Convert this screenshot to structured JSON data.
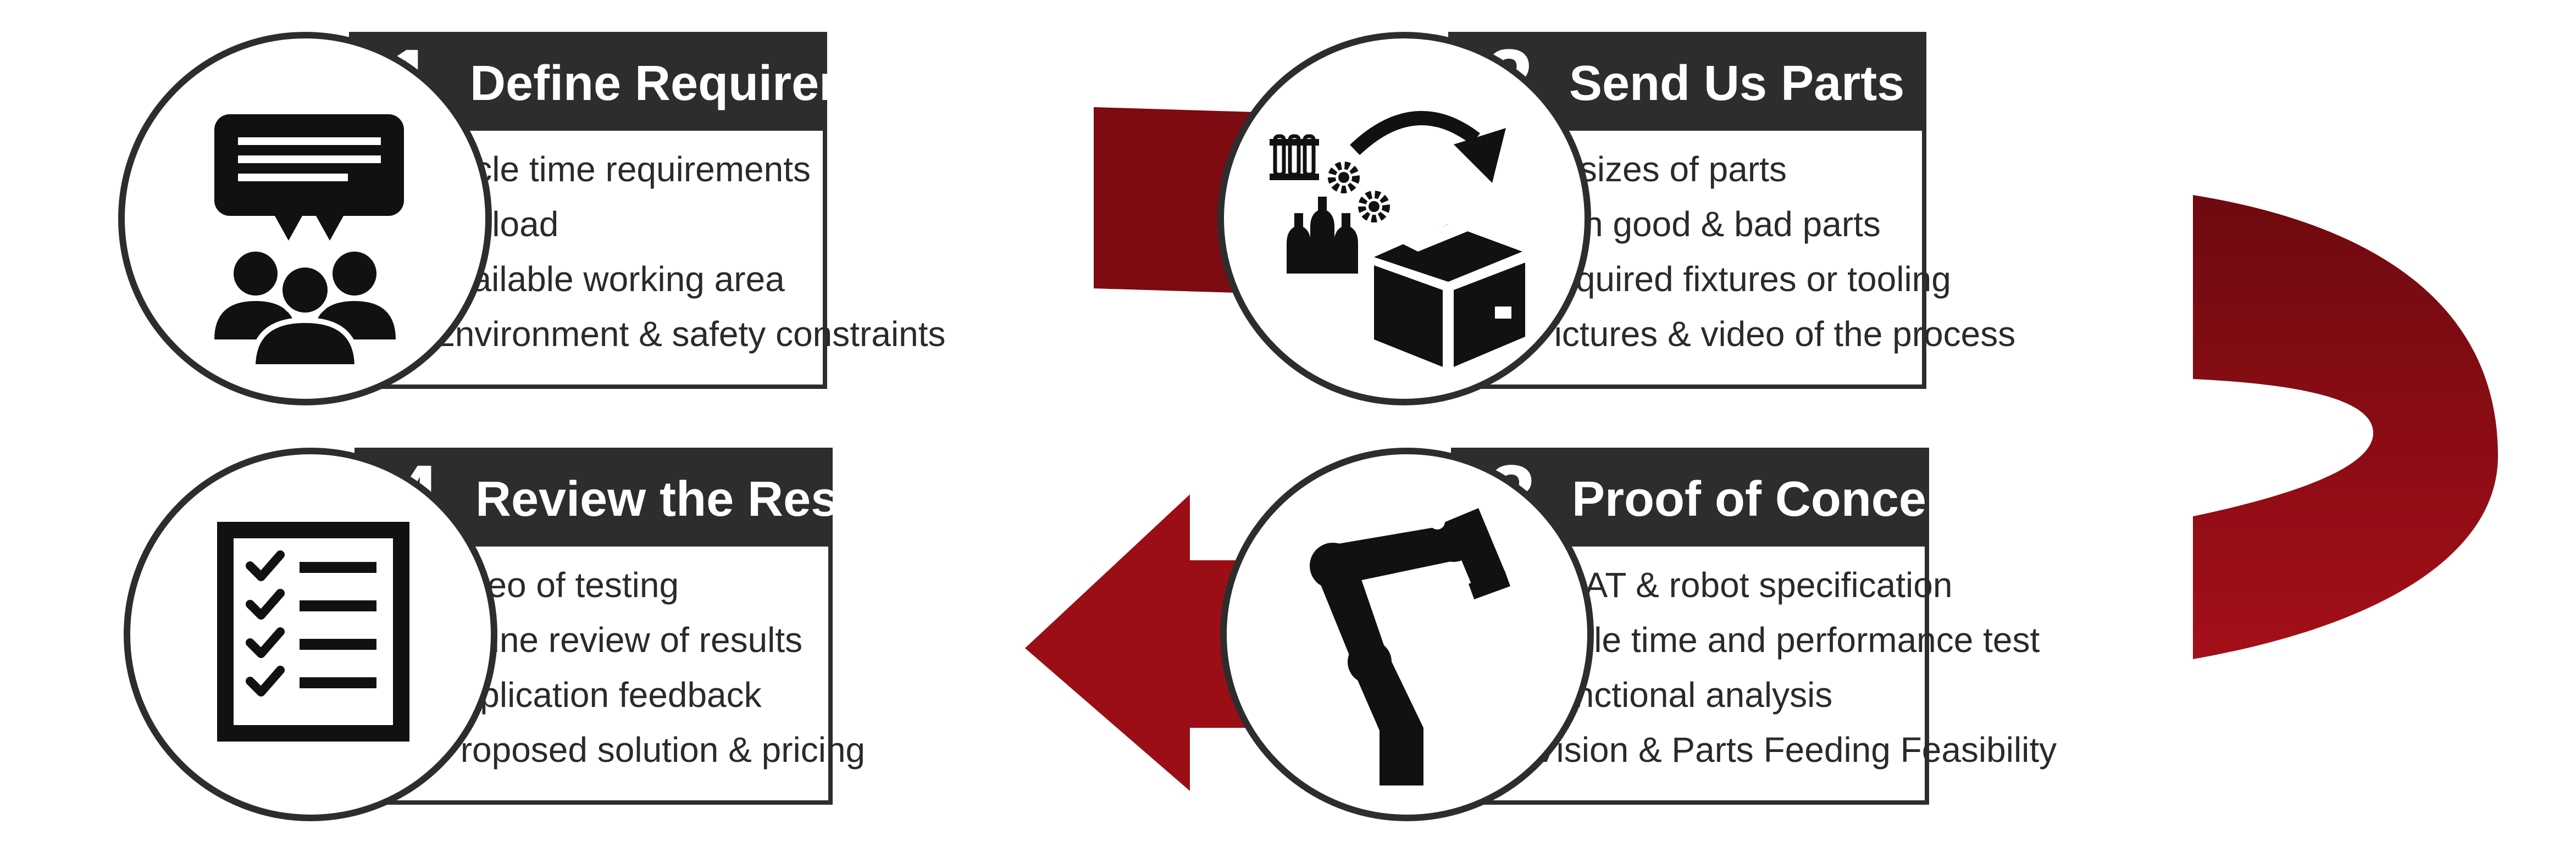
{
  "steps": [
    {
      "number": "1",
      "title": "Define Requirements",
      "icon": "meeting-group-icon",
      "items": [
        "Cycle time requirements",
        "Payload",
        "Available working area",
        "Environment & safety constraints"
      ]
    },
    {
      "number": "2",
      "title": "Send Us Parts",
      "icon": "parts-into-box-icon",
      "items": [
        "All sizes of parts",
        "Both good & bad parts",
        "Required fixtures or tooling",
        "Pictures & video of the process"
      ]
    },
    {
      "number": "3",
      "title": "Proof of Concept",
      "icon": "robot-arm-icon",
      "items": [
        "EOAT & robot specification",
        "Cycle time and performance test",
        "Functional analysis",
        "Vision & Parts Feeding Feasibility"
      ]
    },
    {
      "number": "4",
      "title": "Review the Results",
      "icon": "checklist-icon",
      "items": [
        "Video of testing",
        "Online review of results",
        "Application feedback",
        "Proposed solution & pricing"
      ]
    }
  ],
  "colors": {
    "arrow_red": "#9b0e16",
    "arrow_dark": "#6e0a10",
    "header_bg": "#2d2d2d",
    "header_text": "#ffffff",
    "text": "#2a2a2a"
  }
}
